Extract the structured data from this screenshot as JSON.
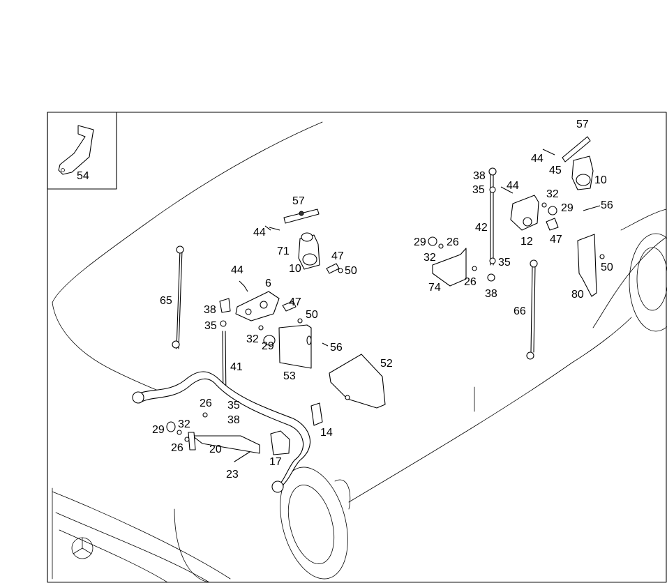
{
  "callouts": [
    {
      "id": "c54",
      "text": "54"
    },
    {
      "id": "c57a",
      "text": "57"
    },
    {
      "id": "c44a",
      "text": "44"
    },
    {
      "id": "c71",
      "text": "71"
    },
    {
      "id": "c10a",
      "text": "10"
    },
    {
      "id": "c47a",
      "text": "47"
    },
    {
      "id": "c50a",
      "text": "50"
    },
    {
      "id": "c44b",
      "text": "44"
    },
    {
      "id": "c6",
      "text": "6"
    },
    {
      "id": "c65",
      "text": "65"
    },
    {
      "id": "c38a",
      "text": "38"
    },
    {
      "id": "c35a",
      "text": "35"
    },
    {
      "id": "c47b",
      "text": "47"
    },
    {
      "id": "c50b",
      "text": "50"
    },
    {
      "id": "c32a",
      "text": "32"
    },
    {
      "id": "c29a",
      "text": "29"
    },
    {
      "id": "c56a",
      "text": "56"
    },
    {
      "id": "c41",
      "text": "41"
    },
    {
      "id": "c53",
      "text": "53"
    },
    {
      "id": "c52",
      "text": "52"
    },
    {
      "id": "c26a",
      "text": "26"
    },
    {
      "id": "c35b",
      "text": "35"
    },
    {
      "id": "c38b",
      "text": "38"
    },
    {
      "id": "c29b",
      "text": "29"
    },
    {
      "id": "c32b",
      "text": "32"
    },
    {
      "id": "c26b",
      "text": "26"
    },
    {
      "id": "c20",
      "text": "20"
    },
    {
      "id": "c14",
      "text": "14"
    },
    {
      "id": "c17",
      "text": "17"
    },
    {
      "id": "c23",
      "text": "23"
    },
    {
      "id": "c57b",
      "text": "57"
    },
    {
      "id": "c44c",
      "text": "44"
    },
    {
      "id": "c45",
      "text": "45"
    },
    {
      "id": "c10b",
      "text": "10"
    },
    {
      "id": "c38c",
      "text": "38"
    },
    {
      "id": "c35c",
      "text": "35"
    },
    {
      "id": "c44d",
      "text": "44"
    },
    {
      "id": "c32c",
      "text": "32"
    },
    {
      "id": "c29c",
      "text": "29"
    },
    {
      "id": "c56b",
      "text": "56"
    },
    {
      "id": "c42",
      "text": "42"
    },
    {
      "id": "c12",
      "text": "12"
    },
    {
      "id": "c47c",
      "text": "47"
    },
    {
      "id": "c29d",
      "text": "29"
    },
    {
      "id": "c26c",
      "text": "26"
    },
    {
      "id": "c32d",
      "text": "32"
    },
    {
      "id": "c35d",
      "text": "35"
    },
    {
      "id": "c50c",
      "text": "50"
    },
    {
      "id": "c74",
      "text": "74"
    },
    {
      "id": "c26d",
      "text": "26"
    },
    {
      "id": "c38d",
      "text": "38"
    },
    {
      "id": "c80",
      "text": "80"
    },
    {
      "id": "c66",
      "text": "66"
    }
  ]
}
